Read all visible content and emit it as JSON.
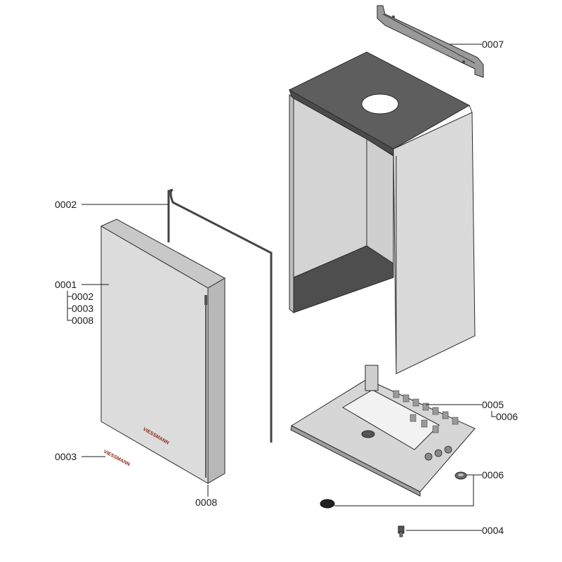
{
  "labels": {
    "front_panel": "0001",
    "gasket": "0002",
    "logo": "0003",
    "trim_strip": "0008",
    "sub_gasket": "0002",
    "sub_logo": "0003",
    "sub_trim": "0008",
    "casing_base": "0005",
    "base_grommet_sub": "0006",
    "grommet": "0006",
    "clip": "0004",
    "bracket": "0007"
  },
  "brand_text": "VIESSMANN",
  "colors": {
    "panel_light": "#dcdcdc",
    "panel_mid": "#c8c8c8",
    "panel_dark": "#8a8a8a",
    "casing_inner": "#5e5e5e",
    "outline": "#2a2a2a",
    "logo_red": "#8a2a1a"
  }
}
